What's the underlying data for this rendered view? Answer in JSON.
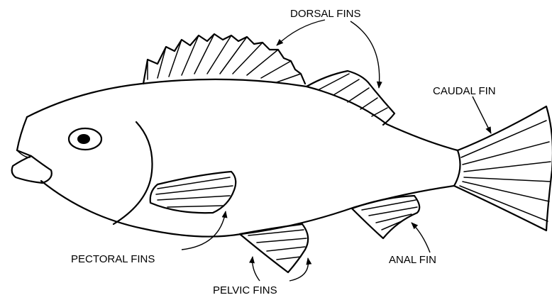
{
  "labels": {
    "dorsal": "DORSAL FINS",
    "caudal": "CAUDAL FIN",
    "pectoral": "PECTORAL FINS",
    "anal": "ANAL FIN",
    "pelvic": "PELVIC FINS"
  }
}
